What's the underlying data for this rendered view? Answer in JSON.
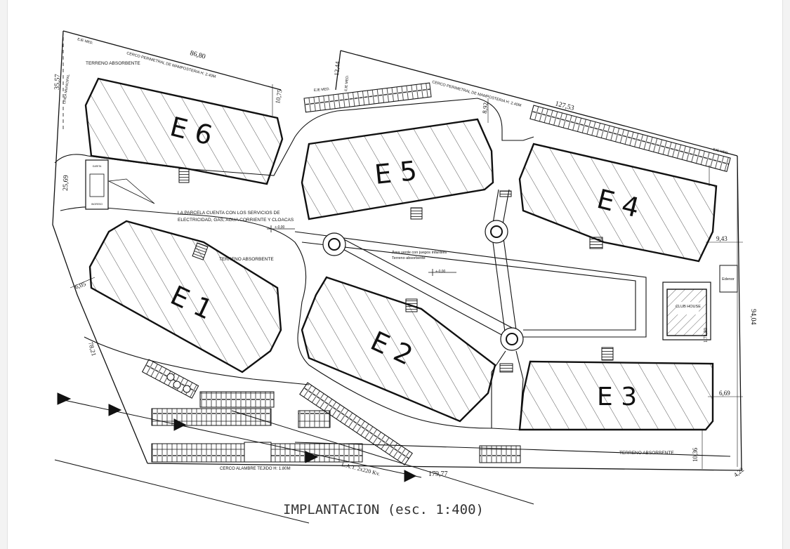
{
  "blocks": {
    "e1": "E 1",
    "e2": "E 2",
    "e3": "E 3",
    "e4": "E 4",
    "e5": "E 5",
    "e6": "E 6"
  },
  "dimensions": {
    "north_edge": "86,80",
    "northeast_edge": "127,53",
    "west_edge": "35,57",
    "west_lower": "25,69",
    "east_edge": "94,04",
    "south_edge": "179,77",
    "offset_e6": "10,75",
    "offset_eje": "12,44",
    "offset_e5": "8,92",
    "offset_e4": "9,43",
    "offset_e3": "6,69",
    "offset_south": "10,36",
    "corner_se": "4,22",
    "offset_e1": "6,05",
    "diag_sw": "78,21",
    "club_offset": "1,71,80"
  },
  "labels": {
    "terreno_absorbente": "TERRENO ABSORBENTE",
    "terreno_absorbente_e1": "TERRENO ABSORBENTE",
    "terreno_absorbente_s": "TERRENO ABSORBENTE",
    "cerco_perimetral_n": "CERCO PERIMETRAL DE MAMPOSTERIA H: 2.40M",
    "cerco_perimetral_ne": "CERCO PERIMETRAL DE MAMPOSTERIA H: 2.40M",
    "cerco_alambre": "CERCO ALAMBRE TEJIDO H: 1.80M",
    "linea_municipal": "LINEA MUNICIPAL",
    "eje_med_1": "EJE MED.",
    "eje_med_2": "EJE MED.",
    "eje_med_3": "EJE MED.",
    "eje_med_4": "EJE MED.",
    "servicios_1": "LA PARCELA CUENTA CON LOS SERVICIOS  DE",
    "servicios_2": "ELECTRICIDAD, GAS, AGUA CORRIENTE Y CLOACAS",
    "level_1": "+-0,00",
    "level_2": "+-0,00",
    "area_verde_1": "Área verde con juegos infantiles",
    "area_verde_2": "Terreno absorbente",
    "club_house": "CLUB HOUSE",
    "edenor": "Edenor",
    "lat_line": "L.A.T. 2x220 Kv.",
    "guard_1": "GARITA",
    "guard_2": "INGRESO",
    "title": "IMPLANTACION (esc. 1:400)"
  }
}
